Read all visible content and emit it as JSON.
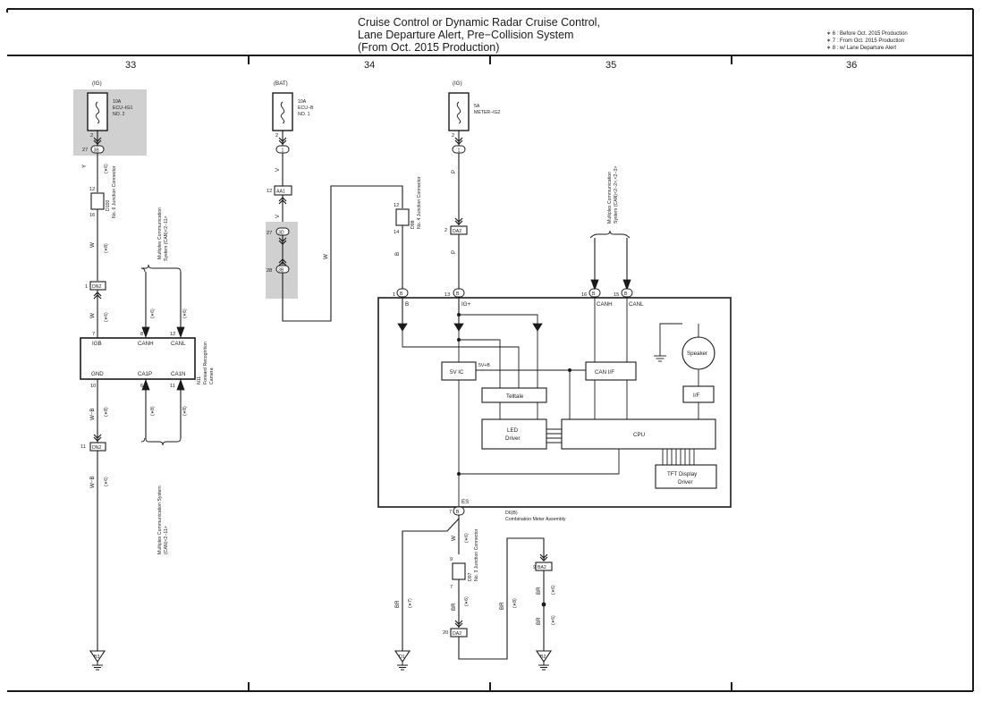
{
  "title": {
    "line1": "Cruise Control or Dynamic Radar Cruise Control,",
    "line2": "Lane Departure Alert,  Pre−Collision System",
    "line3": "(From Oct.  2015 Production)"
  },
  "notes": {
    "n6": "∗ 6 : Before Oct.  2015 Production",
    "n7": "∗ 7 : From Oct.  2015 Production",
    "n8": "∗ 8 : w/ Lane Departure Alert"
  },
  "columns": {
    "c33": "33",
    "c34": "34",
    "c35": "35",
    "c36": "36"
  },
  "fuses": {
    "ig1": {
      "supply": "(IG)",
      "amp": "10A",
      "name1": "ECU−IG1",
      "name2": "NO. 2",
      "pin": "2",
      "conn_pin": "27",
      "conn": "3B"
    },
    "ecub": {
      "supply": "(BAT)",
      "amp": "10A",
      "name1": "ECU−B",
      "name2": "NO. 1",
      "pin": "2",
      "conn": "1"
    },
    "meter": {
      "supply": "(IG)",
      "amp": "5A",
      "name1": "METER−IG2",
      "pin": "2",
      "conn": "1"
    }
  },
  "col33": {
    "wire_y": "Y",
    "wire_y_note": "(∗6)",
    "d100": {
      "id": "D100",
      "name": "No. 6 Junction Connector",
      "pin_top": "12",
      "pin_bot": "16"
    },
    "wire_w": "W",
    "wire_w_note": "(∗8)",
    "dn2_top": {
      "pin": "1",
      "conn": "DN2"
    },
    "wire_w2": "W",
    "wire_w2_note": "(∗6)",
    "n11": {
      "id": "N11",
      "name1": "Forward Recognition",
      "name2": "Camera",
      "pins": {
        "igb_pin": "7",
        "canh_pin": "8",
        "canl_pin": "12",
        "gnd_pin": "10",
        "ca1p_pin": "6",
        "ca1n_pin": "11"
      },
      "labels": {
        "igb": "IGB",
        "canh": "CANH",
        "canl": "CANL",
        "gnd": "GND",
        "ca1p": "CA1P",
        "ca1n": "CA1N"
      }
    },
    "can_top": {
      "label1": "Multiplex Communication",
      "label2": "System (CAN)<2−11>",
      "note1": "(∗6)",
      "note2": "(∗6)"
    },
    "can_bot": {
      "label1": "Multiplex Communication System",
      "label2": "(CAN)<2−11>",
      "note1": "(∗8)",
      "note2": "(∗8)"
    },
    "wire_wb": "W−B",
    "wire_wb_note": "(∗8)",
    "dn2_bot": {
      "pin": "11",
      "conn": "DN2"
    },
    "wire_wb2": "W−B",
    "wire_wb2_note": "(∗6)",
    "ground": "B3"
  },
  "col34": {
    "wire_v": "V",
    "aa1": {
      "pin": "12",
      "conn": "AA1"
    },
    "wire_v2": "V",
    "conn3d": {
      "pin": "27",
      "conn": "3D"
    },
    "conn3b": {
      "pin": "28",
      "conn": "3B"
    },
    "wire_w": "W",
    "d98": {
      "id": "D98",
      "name": "No. 4 Junction Connector",
      "pin_top": "12",
      "pin_bot": "14"
    },
    "wire_b": "B",
    "wire_p": "P",
    "da2": {
      "pin": "2",
      "conn": "DA2"
    },
    "wire_p2": "P"
  },
  "meter": {
    "pins": {
      "b_pin": "1",
      "ig_pin": "13",
      "canh_pin": "16",
      "canl_pin": "15",
      "es_pin": "7"
    },
    "conn_letter": "B",
    "labels": {
      "b": "B",
      "ig": "IG+",
      "canh": "CANH",
      "canl": "CANL",
      "es": "ES",
      "fivev": "5V IC",
      "fivevb": "5V+B",
      "canif": "CAN I/F",
      "telltale": "Telltale",
      "led1": "LED",
      "led2": "Driver",
      "cpu": "CPU",
      "speaker": "Speaker",
      "if": "I/F",
      "tft1": "TFT Display",
      "tft2": "Driver"
    },
    "id": "D6(B)",
    "name": "Combination Meter Assembly",
    "can_label1": "Multiplex Communication",
    "can_label2": "System (CAN)<2−2>,<2−3>"
  },
  "bottom": {
    "wire_w": "W",
    "wire_w_note": "(∗6)",
    "d97": {
      "id": "D97",
      "name": "No. 3 Junction Connector",
      "pin_top": "9",
      "pin_bot": "7"
    },
    "wire_br_a": "BR",
    "wire_br_a_note": "(∗6)",
    "da2": {
      "pin": "20",
      "conn": "DA2"
    },
    "wire_br_b": "BR",
    "wire_br_b_note": "(∗8)",
    "wire_br_c": "BR",
    "wire_br_c_note": "(∗7)",
    "ba2": {
      "pin": "9",
      "conn": "BA2"
    },
    "wire_br_d": "BR",
    "wire_br_d_note": "(∗6)",
    "wire_br_e": "BR",
    "wire_br_e_note": "(∗6)",
    "ground_d1": "D1",
    "ground_b2": "B2"
  }
}
